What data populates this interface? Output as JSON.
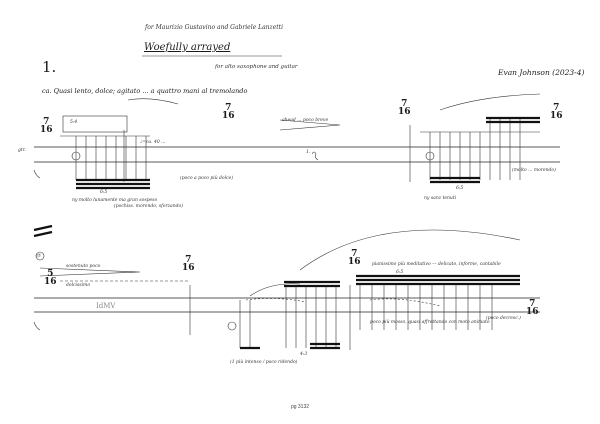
{
  "score": {
    "dedication": "for Maurizio Gustavino and Gabriele Lanzetti",
    "title": "Woefully arrayed",
    "instrumentation": "for alto saxophone and guitar",
    "composer": "Evan Johnson (2023-4)",
    "movement": "1.",
    "tempo": "ca. Quasi lento, dolce; agitato ... a quattro mani al tremolando",
    "page_number": "pg 3132"
  },
  "system1": {
    "time_sig_left": [
      "7",
      "16"
    ],
    "time_sig_mid": [
      "7",
      "16"
    ],
    "time_sig_right": [
      "7",
      "16"
    ],
    "time_sig_far": [
      "7",
      "16"
    ],
    "annotations": {
      "tuplet_a": "5:4",
      "ratio_a": "6:5",
      "ratio_b": "6:5",
      "crescendo": "ahead ... poco breve",
      "rest_mark": "1.",
      "below_left": "ny molto lunamente ma gran sospeso",
      "below_mid": "(pochiss. morendo, sforzando)",
      "note_small": "(poco a poco più dolce)",
      "below_right": "ny sanz tenuti",
      "far_right": "(molto ... morendo)",
      "marks_mid": "♩=ca. 40 ...",
      "staff_label": "gtr."
    }
  },
  "system2": {
    "time_sig_left": [
      "5",
      "16"
    ],
    "time_sig_a": [
      "7",
      "16"
    ],
    "time_sig_b": [
      "7",
      "16"
    ],
    "time_sig_c": [
      "7",
      "16"
    ],
    "annotations": {
      "circle_mark": "⑫",
      "tempo_mid": "sostenuto poco",
      "crescendo": "dolcissimo",
      "upper_marking": "pianissimo più meditativo — delicato, informe, cantabile",
      "below_left": "(1 più intenso / poco ridendo)",
      "below_right": "poco più mosso, quasi affrettando con moto animato",
      "right_small": "(poco decresc.)",
      "stamp": "IdMV",
      "ratio_c": "4:3",
      "ratio_d": "6:5"
    }
  }
}
